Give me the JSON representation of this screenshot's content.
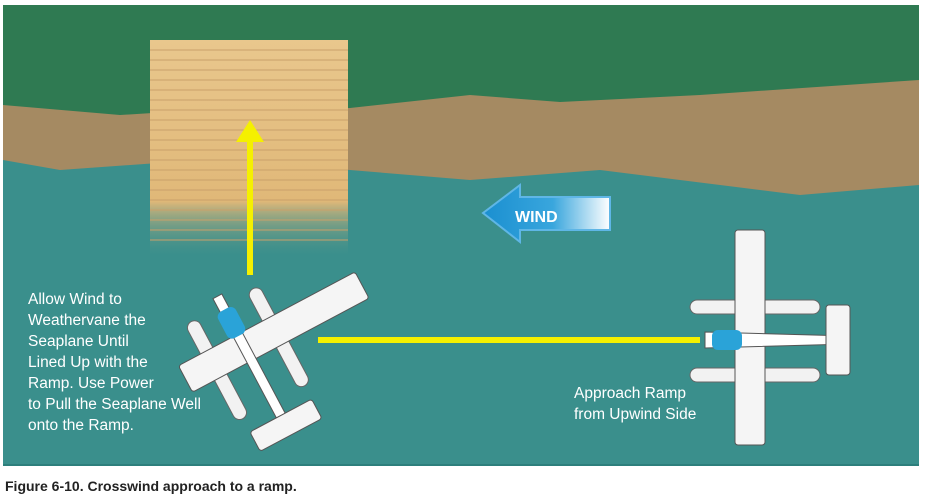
{
  "figure": {
    "wind_label": "WIND",
    "left_annotation": [
      "Allow Wind to",
      "Weathervane the",
      "Seaplane Until",
      "Lined Up with the",
      "Ramp. Use Power",
      "to Pull the Seaplane Well",
      "onto the Ramp."
    ],
    "right_annotation": [
      "Approach Ramp",
      "from Upwind Side"
    ],
    "caption": "Figure 6-10. Crosswind approach to a ramp."
  },
  "colors": {
    "land": "#2f7a52",
    "beach": "#a58a62",
    "water": "#3a8f8c",
    "ramp": "#e8c48a",
    "path": "#f5f000",
    "wind": "#1a8fd0"
  }
}
